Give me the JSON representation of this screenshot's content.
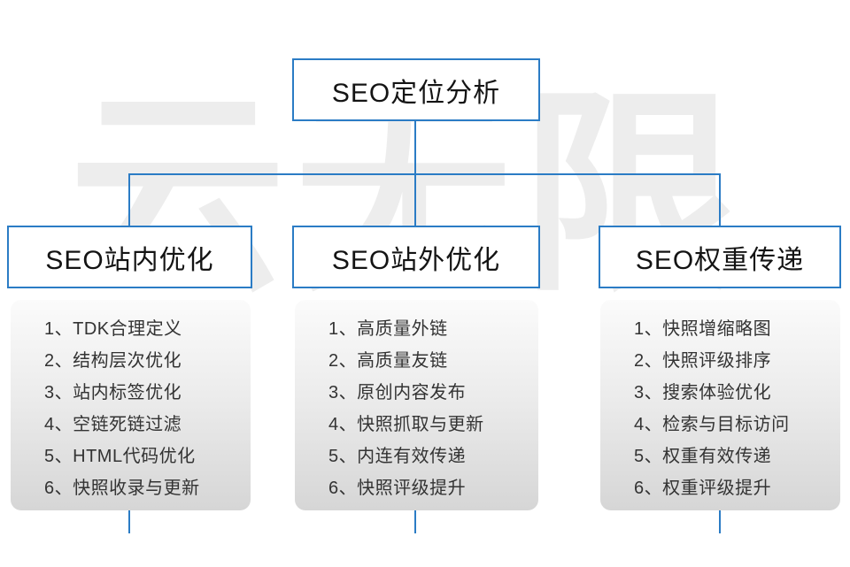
{
  "diagram": {
    "watermark": "云无限",
    "colors": {
      "accent_blue": "#2b7cc5",
      "panel_gray": "#d6d6d6",
      "text_dark": "#333333"
    },
    "root": {
      "label": "SEO定位分析"
    },
    "columns": [
      {
        "title": "SEO站内优化",
        "items": [
          "1、TDK合理定义",
          "2、结构层次优化",
          "3、站内标签优化",
          "4、空链死链过滤",
          "5、HTML代码优化",
          "6、快照收录与更新"
        ]
      },
      {
        "title": "SEO站外优化",
        "items": [
          "1、高质量外链",
          "2、高质量友链",
          "3、原创内容发布",
          "4、快照抓取与更新",
          "5、内连有效传递",
          "6、快照评级提升"
        ]
      },
      {
        "title": "SEO权重传递",
        "items": [
          "1、快照增缩略图",
          "2、快照评级排序",
          "3、搜索体验优化",
          "4、检索与目标访问",
          "5、权重有效传递",
          "6、权重评级提升"
        ]
      }
    ]
  }
}
